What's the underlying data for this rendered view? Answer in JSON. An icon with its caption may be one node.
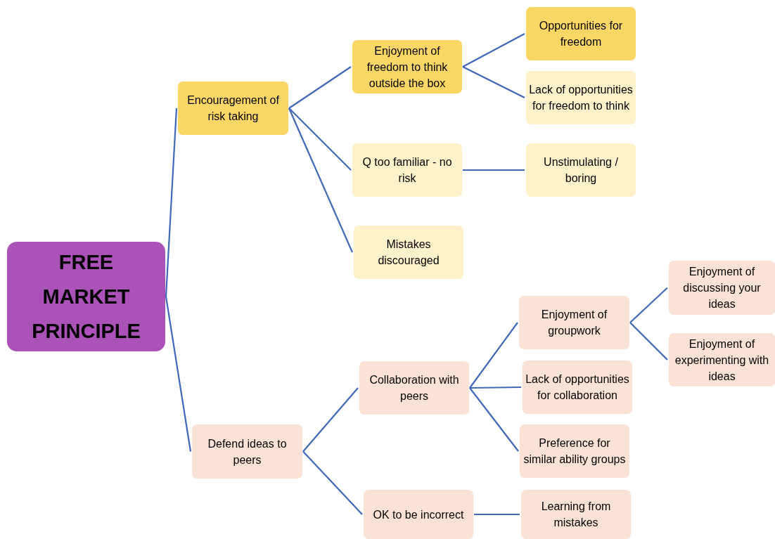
{
  "diagram": {
    "nodes": [
      {
        "text": [
          "FREE MARKET PRINCIPLE"
        ]
      },
      {
        "text": [
          "Encouragement of risk taking"
        ]
      },
      {
        "text": [
          "Enjoyment of freedom to think outside the box"
        ]
      },
      {
        "text": [
          "Opportunities for freedom"
        ]
      },
      {
        "text": [
          "Lack of opportunities for freedom to think"
        ]
      },
      {
        "text": [
          "Q too familiar - no risk"
        ]
      },
      {
        "text": [
          "Unstimulating / boring"
        ]
      },
      {
        "text": [
          "Mistakes discouraged"
        ]
      },
      {
        "text": [
          "Defend ideas to peers"
        ]
      },
      {
        "text": [
          "Collaboration with peers"
        ]
      },
      {
        "text": [
          "Enjoyment of groupwork"
        ]
      },
      {
        "text": [
          "Enjoyment of discussing your ideas"
        ]
      },
      {
        "text": [
          "Enjoyment of experimenting with ideas"
        ]
      },
      {
        "text": [
          "Lack of opportunities for collaboration"
        ]
      },
      {
        "text": [
          "Preference for similar ability groups"
        ]
      },
      {
        "text": [
          "OK to be incorrect"
        ]
      },
      {
        "text": [
          "Learning from mistakes"
        ]
      }
    ],
    "edges": [
      {
        "from": 0,
        "to": 1,
        "arrow": "none"
      },
      {
        "from": 0,
        "to": 8,
        "arrow": "none"
      },
      {
        "from": 1,
        "to": 2,
        "arrow": "none"
      },
      {
        "from": 1,
        "to": 5,
        "arrow": "none"
      },
      {
        "from": 1,
        "to": 7,
        "arrow": "none"
      },
      {
        "from": 2,
        "to": 3,
        "arrow": "none"
      },
      {
        "from": 2,
        "to": 4,
        "arrow": "none"
      },
      {
        "from": 5,
        "to": 6,
        "arrow": "none"
      },
      {
        "from": 8,
        "to": 9,
        "arrow": "none"
      },
      {
        "from": 8,
        "to": 15,
        "arrow": "none"
      },
      {
        "from": 9,
        "to": 10,
        "arrow": "none"
      },
      {
        "from": 9,
        "to": 13,
        "arrow": "none"
      },
      {
        "from": 9,
        "to": 14,
        "arrow": "none"
      },
      {
        "from": 10,
        "to": 11,
        "arrow": "none"
      },
      {
        "from": 10,
        "to": 12,
        "arrow": "none"
      },
      {
        "from": 15,
        "to": 16,
        "arrow": "none"
      }
    ]
  }
}
